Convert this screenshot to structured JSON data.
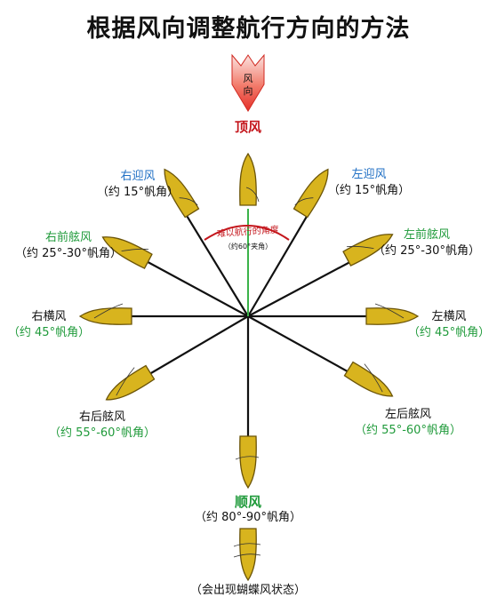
{
  "title": "根据风向调整航行方向的方法",
  "wind_arrow_text": [
    "风",
    "向"
  ],
  "center_note": {
    "main": "难以航行的角度",
    "sub": "（约60°夹角）"
  },
  "labels": {
    "head_wind": "顶风",
    "right_close": {
      "name": "右迎风",
      "angle": "（约 15°帆角）"
    },
    "left_close": {
      "name": "左迎风",
      "angle": "（约 15°帆角）"
    },
    "right_front": {
      "name": "右前舷风",
      "angle": "（约 25°-30°帆角）"
    },
    "left_front": {
      "name": "左前舷风",
      "angle": "（约 25°-30°帆角）"
    },
    "right_beam": {
      "name": "右横风",
      "angle": "（约 45°帆角）"
    },
    "left_beam": {
      "name": "左横风",
      "angle": "（约 45°帆角）"
    },
    "right_rear": {
      "name": "右后舷风",
      "angle": "（约 55°-60°帆角）"
    },
    "left_rear": {
      "name": "左后舷风",
      "angle": "（约 55°-60°帆角）"
    },
    "tail_wind": {
      "name": "顺风",
      "angle": "（约 80°-90°帆角）"
    },
    "butterfly": "（会出现蝴蝶风状态）"
  },
  "colors": {
    "boat_fill": "#d8b41e",
    "boat_stroke": "#6b5408",
    "wind_arrow": "#e5302a",
    "axis_green": "#3bb34a",
    "spoke": "#111111",
    "arc_red": "#c4161c"
  }
}
